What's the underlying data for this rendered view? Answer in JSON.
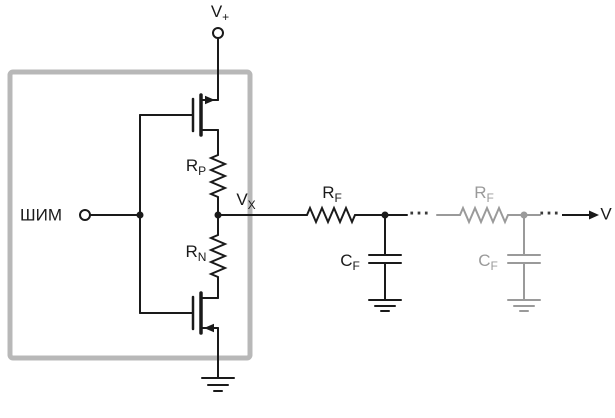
{
  "colors": {
    "wire": "#1a1a1a",
    "faded_stage": "#9a9a9a",
    "ic_box_outline": "#b8b8b8",
    "background": "#ffffff"
  },
  "labels": {
    "supply": {
      "main": "V",
      "sub": "+"
    },
    "pwm_input": {
      "main": "ШИМ"
    },
    "resistor_pullup": {
      "main": "R",
      "sub": "P"
    },
    "resistor_pulldown": {
      "main": "R",
      "sub": "N"
    },
    "node_vx": {
      "main": "V",
      "sub": "X"
    },
    "filter_resistor_1": {
      "main": "R",
      "sub": "F"
    },
    "filter_capacitor_1": {
      "main": "C",
      "sub": "F"
    },
    "filter_resistor_2": {
      "main": "R",
      "sub": "F"
    },
    "filter_capacitor_2": {
      "main": "C",
      "sub": "F"
    },
    "output": {
      "main": "V"
    },
    "ellipsis": "..."
  }
}
